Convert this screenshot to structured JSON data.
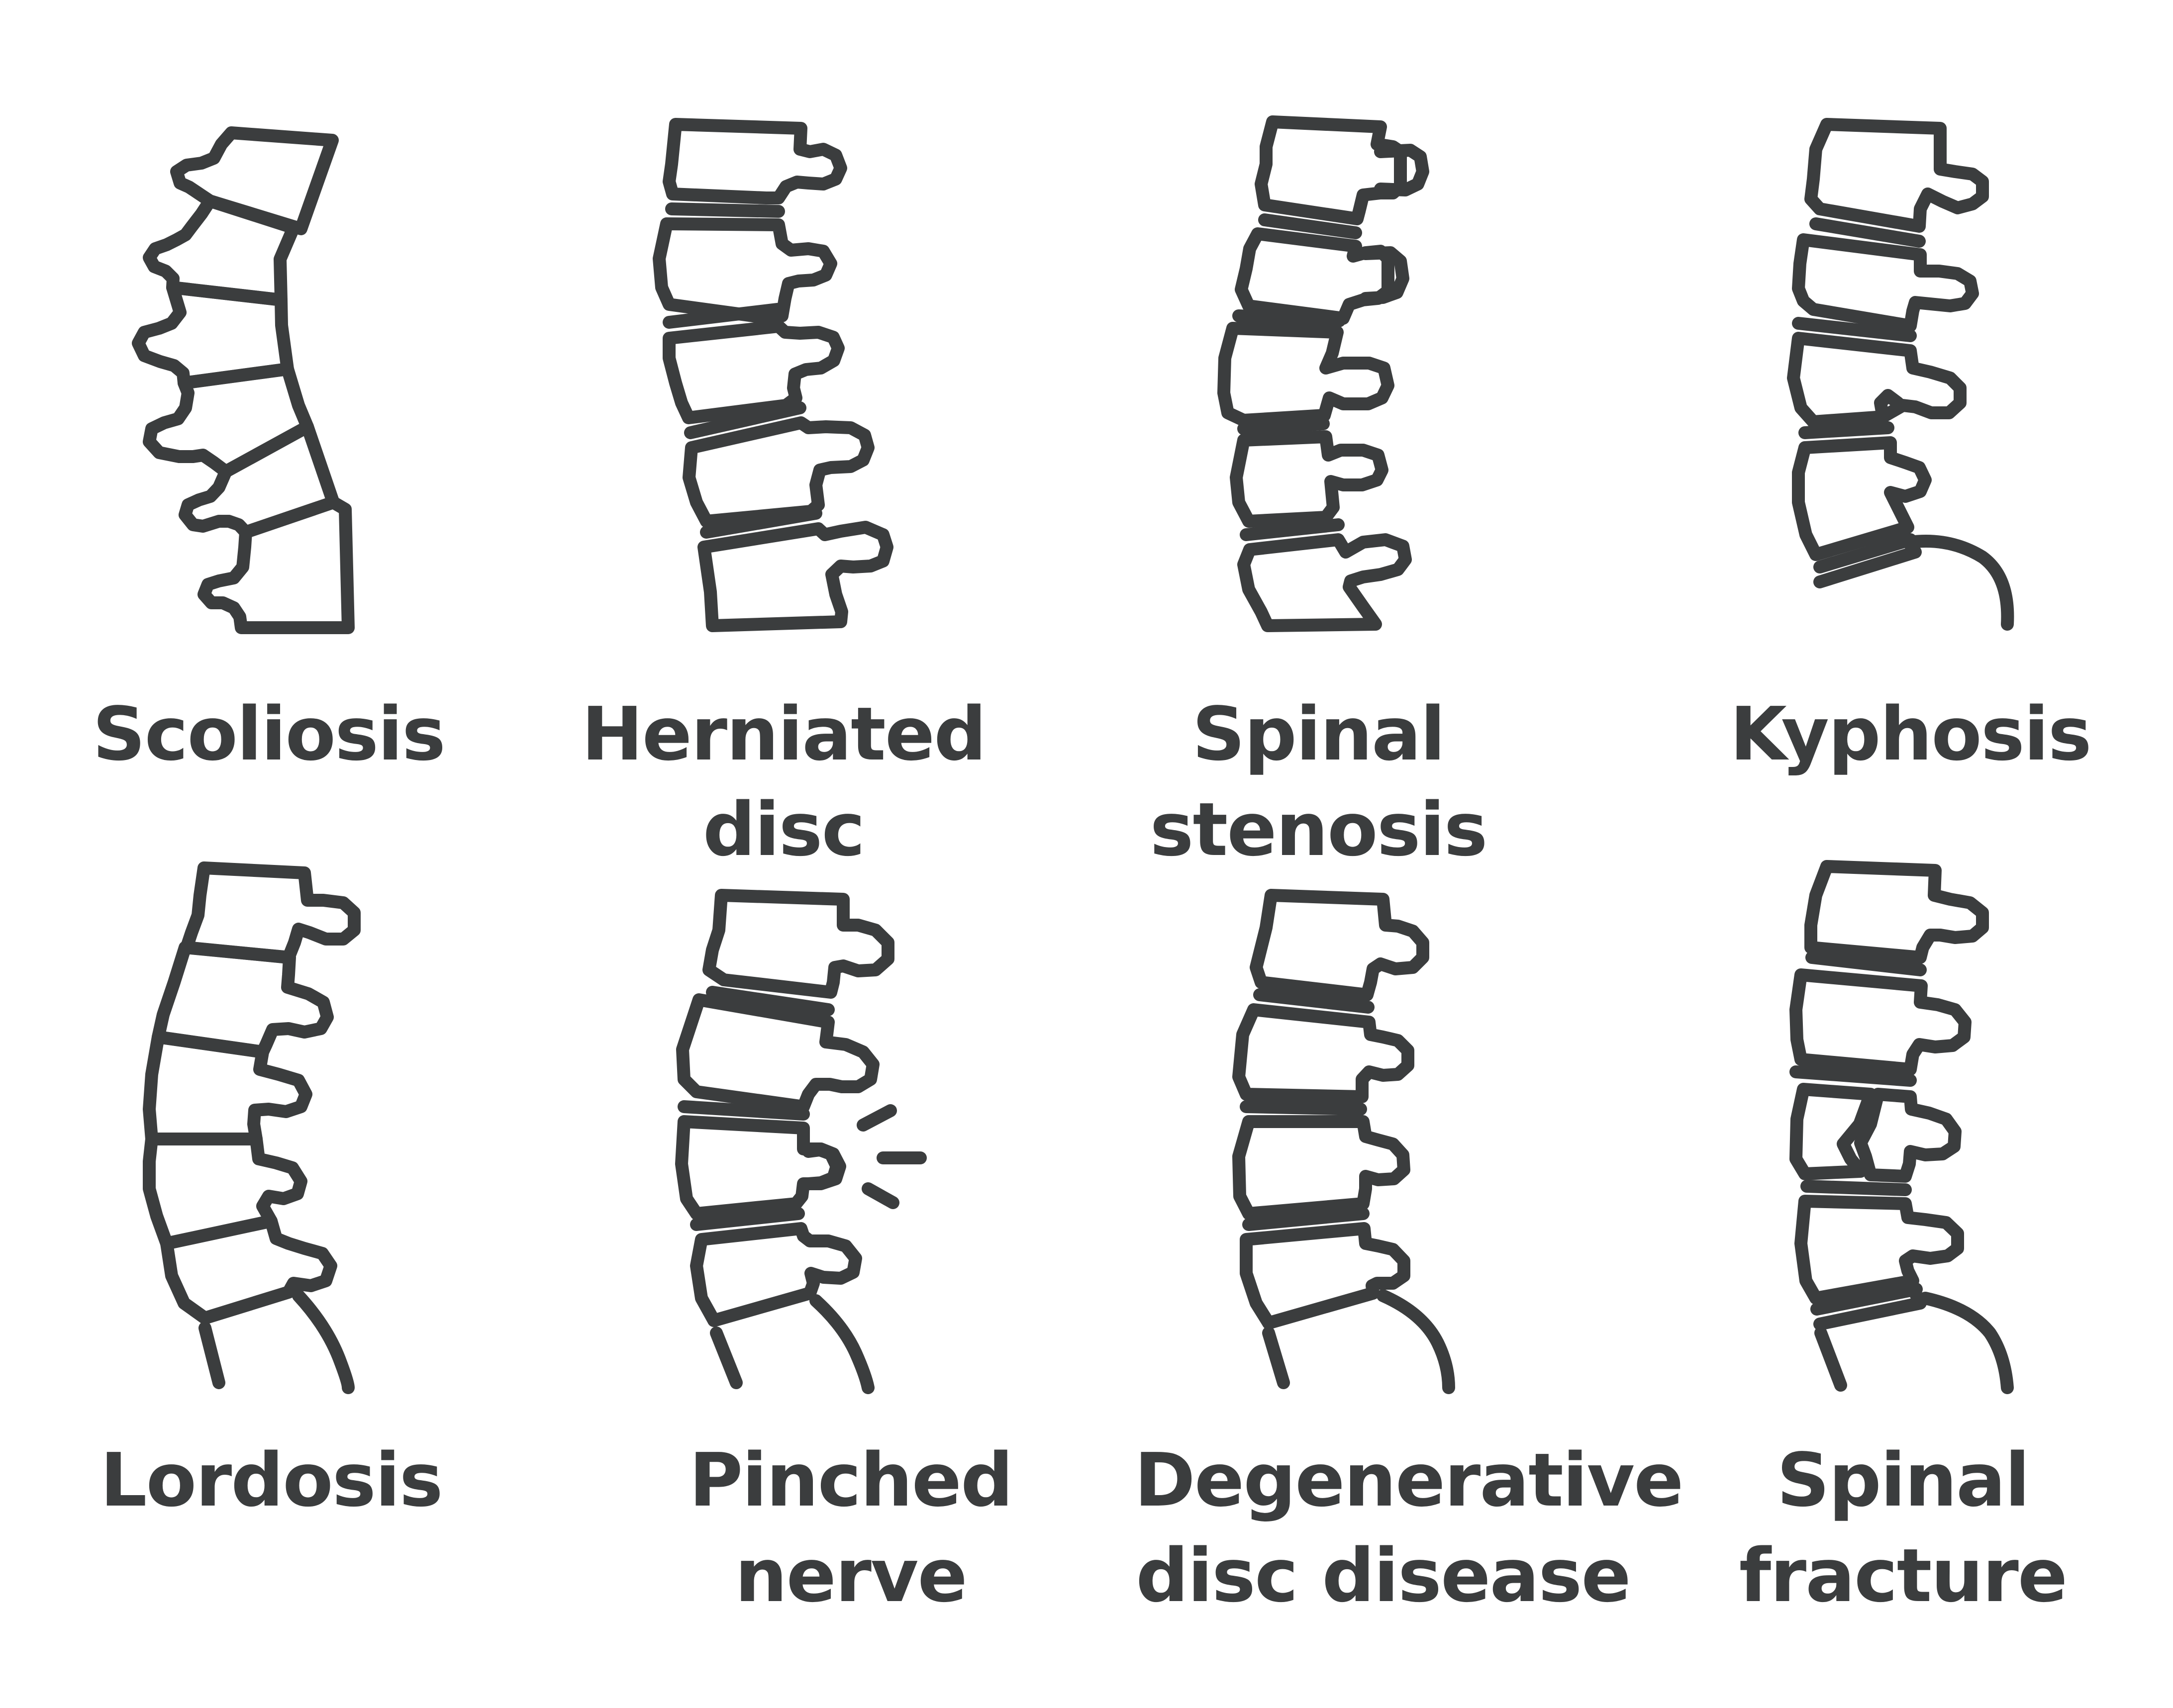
{
  "colors": {
    "ink": "#3b3d3e",
    "background": "#ffffff"
  },
  "icons": [
    {
      "id": "scoliosis",
      "icon": "scoliosis-spine-icon",
      "label": "Scoliosis"
    },
    {
      "id": "herniated-disc",
      "icon": "herniated-disc-spine-icon",
      "label": "Herniated\ndisc"
    },
    {
      "id": "spinal-stenosis",
      "icon": "spinal-stenosis-spine-icon",
      "label": "Spinal\nstenosis"
    },
    {
      "id": "kyphosis",
      "icon": "kyphosis-spine-icon",
      "label": "Kyphosis"
    },
    {
      "id": "lordosis",
      "icon": "lordosis-spine-icon",
      "label": "Lordosis"
    },
    {
      "id": "pinched-nerve",
      "icon": "pinched-nerve-spine-icon",
      "label": "Pinched nerve"
    },
    {
      "id": "degenerative-disc-disease",
      "icon": "degenerative-disc-disease-spine-icon",
      "label": "Degenerative\ndisc disease"
    },
    {
      "id": "spinal-fracture",
      "icon": "spinal-fracture-spine-icon",
      "label": "Spinal\nfracture"
    }
  ]
}
